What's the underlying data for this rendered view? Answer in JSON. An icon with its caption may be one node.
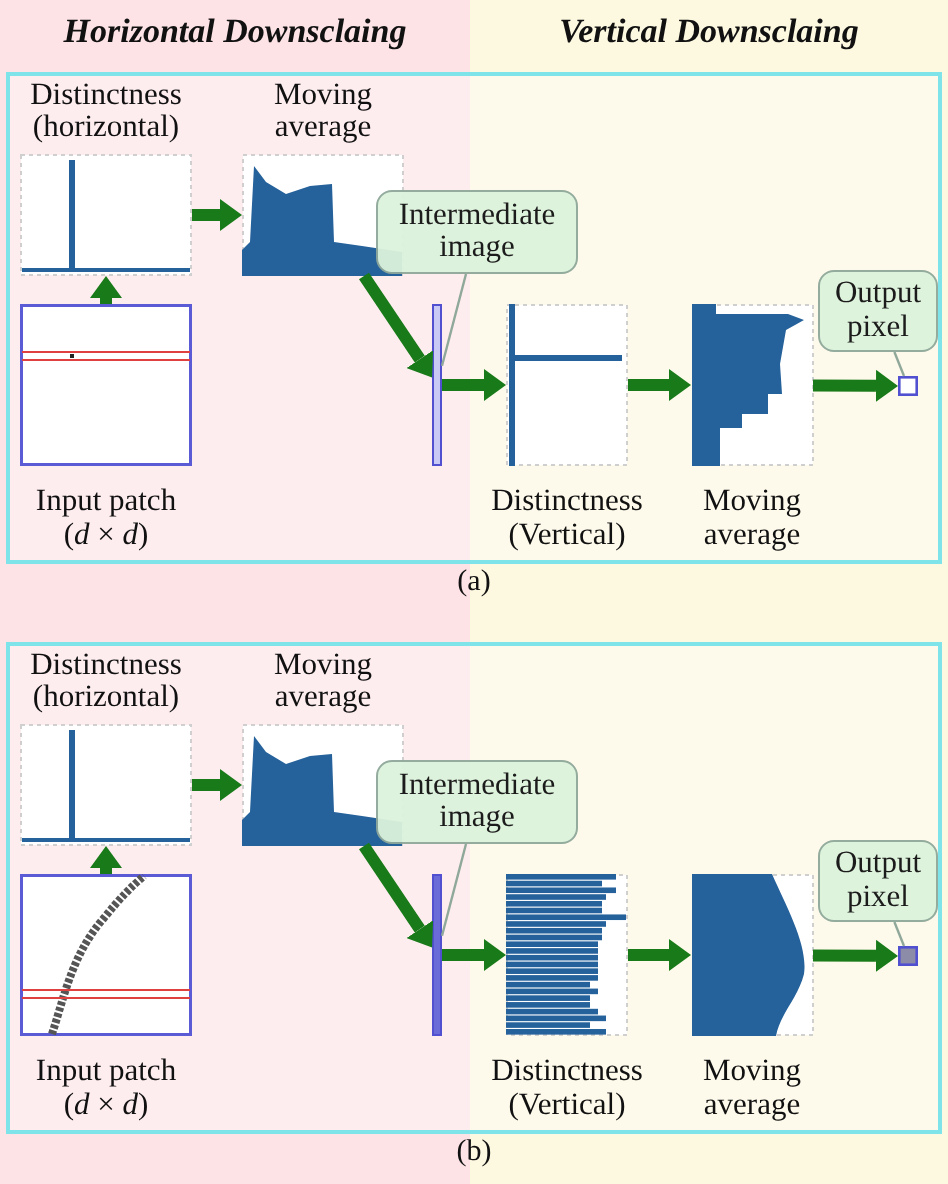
{
  "diagram": {
    "nodes": [
      {
        "text": [],
        "shape": "box"
      },
      {
        "text": [
          "Input patch (*d* × *d*)"
        ],
        "in": 0
      },
      {
        "text": [
          "Distinctness (horizontal)"
        ],
        "in": 0
      },
      {
        "text": [
          "Moving average"
        ],
        "in": 0
      },
      {
        "text": [
          "Intermediate image"
        ],
        "in": 0
      },
      {
        "text": [],
        "shape": "bar",
        "in": 0
      },
      {
        "text": [
          "Distinctness (Vertical)"
        ],
        "in": 0
      },
      {
        "text": [
          "Moving average"
        ],
        "in": 0
      },
      {
        "text": [
          "Output pixel"
        ],
        "in": 0
      },
      {
        "text": [],
        "shape": "box",
        "in": 0
      },
      {
        "text": [],
        "shape": "box"
      },
      {
        "text": [
          "Input patch (*d* × *d*)"
        ],
        "in": 10
      },
      {
        "text": [
          "Distinctness (horizontal)"
        ],
        "in": 10
      },
      {
        "text": [
          "Moving average"
        ],
        "in": 10
      },
      {
        "text": [
          "Intermediate image"
        ],
        "in": 10
      },
      {
        "text": [],
        "shape": "bar",
        "in": 10
      },
      {
        "text": [
          "Distinctness (Vertical)"
        ],
        "in": 10
      },
      {
        "text": [
          "Moving average"
        ],
        "in": 10
      },
      {
        "text": [
          "Output pixel"
        ],
        "in": 10
      },
      {
        "text": [],
        "shape": "box",
        "in": 10
      }
    ],
    "edges": [
      {
        "from": 1,
        "to": 2,
        "arrow": "to"
      },
      {
        "from": 2,
        "to": 3,
        "arrow": "to"
      },
      {
        "from": 3,
        "to": 5,
        "arrow": "to"
      },
      {
        "from": 5,
        "to": 6,
        "arrow": "to"
      },
      {
        "from": 6,
        "to": 7,
        "arrow": "to"
      },
      {
        "from": 7,
        "to": 9,
        "arrow": "to"
      },
      {
        "from": 4,
        "to": 5,
        "arrow": "none",
        "color": "#8fa89a"
      },
      {
        "from": 8,
        "to": 9,
        "arrow": "none",
        "color": "#8fa89a"
      },
      {
        "from": 11,
        "to": 12,
        "arrow": "to"
      },
      {
        "from": 12,
        "to": 13,
        "arrow": "to"
      },
      {
        "from": 13,
        "to": 15,
        "arrow": "to"
      },
      {
        "from": 15,
        "to": 16,
        "arrow": "to"
      },
      {
        "from": 16,
        "to": 17,
        "arrow": "to"
      },
      {
        "from": 17,
        "to": 19,
        "arrow": "to"
      },
      {
        "from": 14,
        "to": 15,
        "arrow": "none",
        "color": "#8fa89a"
      },
      {
        "from": 18,
        "to": 19,
        "arrow": "none",
        "color": "#8fa89a"
      }
    ],
    "labels": [
      "Horizontal Downsclaing",
      "Vertical Downsclaing",
      "(a)",
      "(b)"
    ]
  }
}
